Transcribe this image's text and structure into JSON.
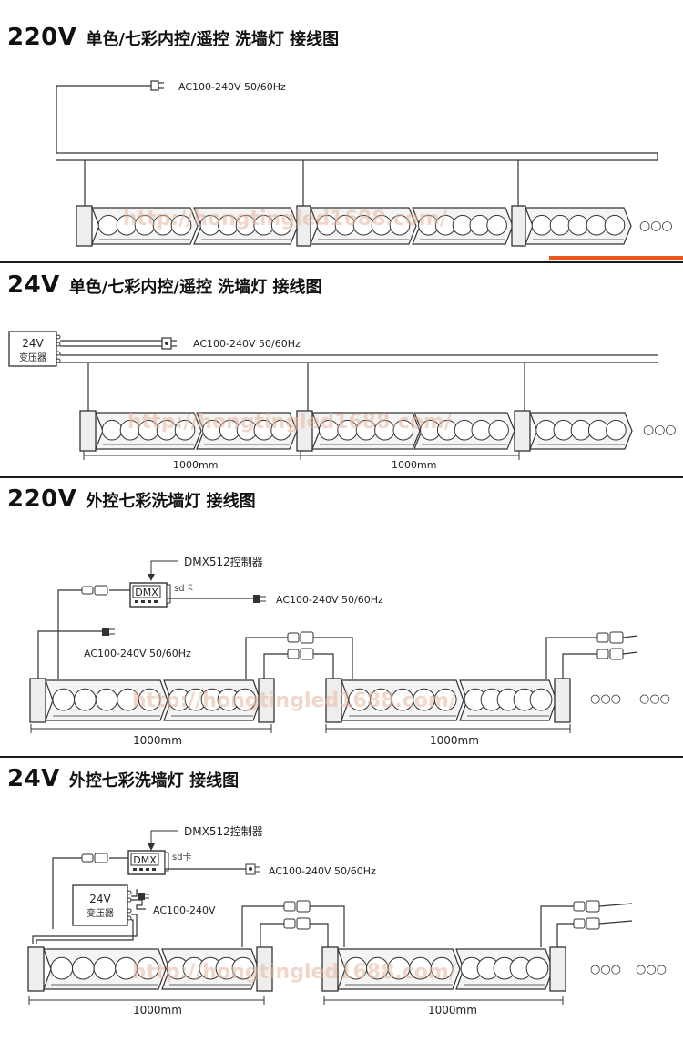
{
  "sections": [
    {
      "voltage": "220V",
      "title": "单色/七彩内控/遥控 洗墙灯 接线图"
    },
    {
      "voltage": "24V",
      "title": "单色/七彩内控/遥控 洗墙灯 接线图"
    },
    {
      "voltage": "220V",
      "title": "外控七彩洗墙灯 接线图"
    },
    {
      "voltage": "24V",
      "title": "外控七彩洗墙灯 接线图"
    }
  ],
  "labels": {
    "ac_input": "AC100-240V 50/60Hz",
    "ac_input_short": "AC100-240V",
    "transformer_line1": "24V",
    "transformer_line2": "变压器",
    "length": "1000mm",
    "dmx_controller": "DMX512控制器",
    "dmx_box": "DMX",
    "sd_card": "sd卡",
    "continuation": "○○○"
  },
  "watermark": "http://hongtingled1688.com/",
  "colors": {
    "line": "#333333",
    "divider": "#1a1a1a",
    "accent": "#e85a1c",
    "fixture": "#f3f3f3"
  }
}
